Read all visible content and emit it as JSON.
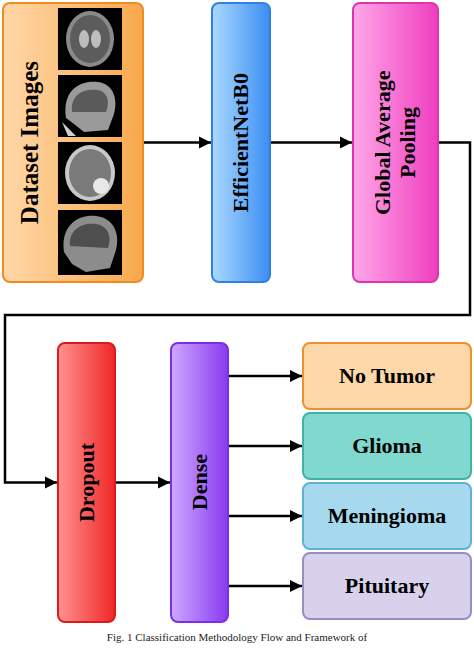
{
  "diagram": {
    "caption": "Fig. 1 Classification Methodology Flow and Framework of",
    "nodes": [
      {
        "text": [
          "Dataset Images"
        ]
      },
      {
        "text": [
          "EfficientNetB0"
        ]
      },
      {
        "text": [
          "Global Average Pooling"
        ]
      },
      {
        "text": [
          "Dropout"
        ]
      },
      {
        "text": [
          "Dense"
        ]
      },
      {
        "text": [
          "No Tumor"
        ]
      },
      {
        "text": [
          "Glioma"
        ]
      },
      {
        "text": [
          "Meningioma"
        ]
      },
      {
        "text": [
          "Pituitary"
        ]
      }
    ],
    "edges": [
      {
        "from": 0,
        "to": 1,
        "arrow": "to"
      },
      {
        "from": 1,
        "to": 2,
        "arrow": "to"
      },
      {
        "from": 2,
        "to": 3,
        "arrow": "to"
      },
      {
        "from": 3,
        "to": 4,
        "arrow": "to"
      },
      {
        "from": 4,
        "to": 5,
        "arrow": "to"
      },
      {
        "from": 4,
        "to": 6,
        "arrow": "to"
      },
      {
        "from": 4,
        "to": 7,
        "arrow": "to"
      },
      {
        "from": 4,
        "to": 8,
        "arrow": "to"
      }
    ]
  }
}
